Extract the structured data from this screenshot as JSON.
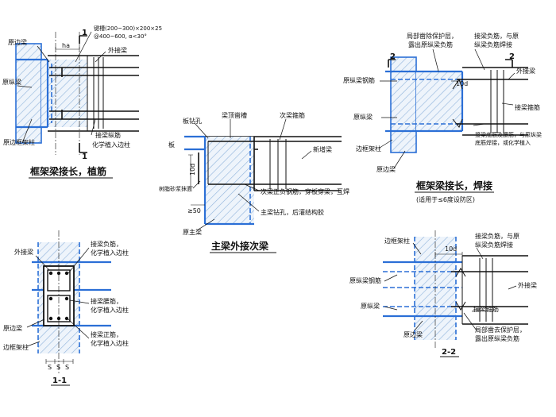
{
  "colors": {
    "blue": "#2b6fd6",
    "hatch": "#8fb3dc",
    "line": "#111111"
  },
  "fig1": {
    "title": "框架梁接长，植筋",
    "note_line1": "键槽(200~300)×200×25",
    "note_line2": "@400~600, α<30°",
    "dim_ha": "ha",
    "mark": "1",
    "l_orig_edge_beam": "原边梁",
    "l_ext_beam": "外接梁",
    "l_orig_long_beam": "原纵梁",
    "l_orig_frame_col": "原边框架柱",
    "l_conn_rebar_1": "接梁纵筋",
    "l_conn_rebar_2": "化学植入边柱"
  },
  "fig2": {
    "title": "主梁外接次梁",
    "l_hole": "板钻孔",
    "l_top_groove": "梁顶凿槽",
    "l_stirrup": "次梁箍筋",
    "l_slab": "板",
    "l_new_beam": "新增梁",
    "l_resin": "树脂砂浆抹面",
    "l_dim_10d": "10d",
    "l_ge50": "≥50",
    "l_secondary": "次梁正负钢筋，穿板穿梁，互焊",
    "l_drill": "主梁钻孔，后灌结构胶",
    "l_main_beam": "原主梁"
  },
  "fig3": {
    "title": "框架梁接长，焊接",
    "subtitle": "(适用于≤6度设防区)",
    "mark": "2",
    "l_strip": "局部凿除保护层，",
    "l_strip2": "露出原纵梁负筋",
    "l_top_1": "接梁负筋，与原",
    "l_top_2": "纵梁负筋焊接",
    "l_orig_rebar": "原纵梁钢筋",
    "l_dim_10d": "10d",
    "l_ext_beam": "外接梁",
    "l_stirrup": "接梁箍筋",
    "l_long_beam": "原纵梁",
    "l_bottom_1": "接梁底筋及腰筋，与原纵梁",
    "l_bottom_2": "底筋焊接，或化学植入",
    "l_edge_col": "边框架柱",
    "l_edge_beam": "原边梁"
  },
  "fig4": {
    "title": "1-1",
    "l_ext_beam": "外接梁",
    "l_neg_1": "接梁负筋，",
    "l_neg_2": "化学植入边柱",
    "l_waist_1": "接梁腰筋，",
    "l_waist_2": "化学植入边柱",
    "l_orig_edge_beam": "原边梁",
    "l_pos_1": "接梁正筋，",
    "l_pos_2": "化学植入边柱",
    "l_frame_col": "边框架柱",
    "dim_s1": "S",
    "dim_s2": "S",
    "dim_s3": "S"
  },
  "fig5": {
    "title": "2-2",
    "l_edge_col": "边框架柱",
    "l_dim_10d": "10d",
    "l_neg_1": "接梁负筋，与原",
    "l_neg_2": "纵梁负筋焊接",
    "l_orig_rebar": "原纵梁钢筋",
    "l_ext_beam": "外接梁",
    "l_long_beam": "原纵梁",
    "l_stirrup": "接梁箍筋",
    "l_edge_beam": "原边梁",
    "l_strip_1": "局部凿去保护层，",
    "l_strip_2": "露出原纵梁负筋"
  }
}
